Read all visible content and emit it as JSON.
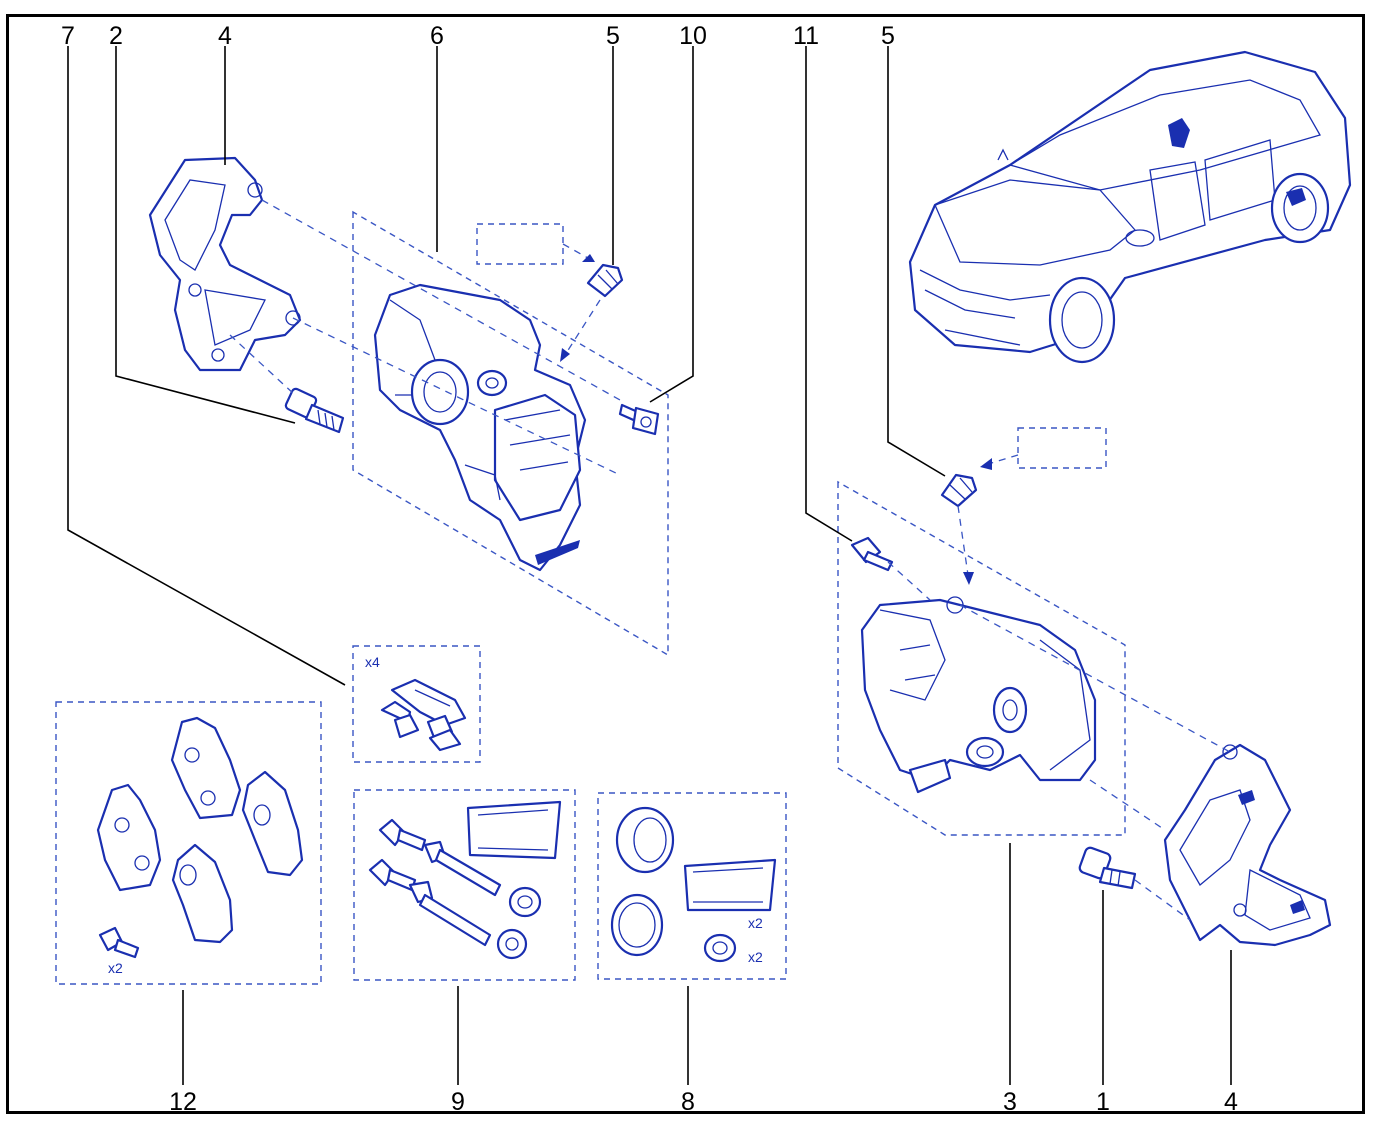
{
  "labels": {
    "n7": "7",
    "n2": "2",
    "n4_left": "4",
    "n6": "6",
    "n5_top": "5",
    "n10": "10",
    "n11": "11",
    "n5_right": "5",
    "n12": "12",
    "n9": "9",
    "n8": "8",
    "n3": "3",
    "n1": "1",
    "n4_right": "4"
  },
  "quantities": {
    "clips": "x4",
    "pad_bolts": "x2",
    "seal_kit_grease": "x2",
    "seal_kit_boots": "x2"
  },
  "colors": {
    "line_art": "#1a2fb0",
    "dashed_guides": "#3a56c4",
    "leader_lines": "#000000"
  }
}
